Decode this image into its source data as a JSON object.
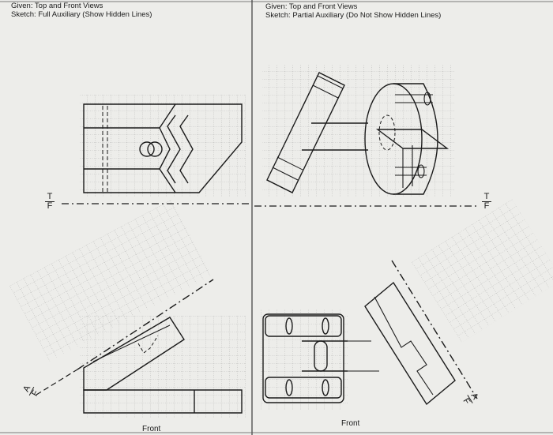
{
  "left_problem": {
    "given": "Given: Top and Front Views",
    "sketch": "Sketch: Full Auxiliary (Show Hidden Lines)",
    "front_label": "Front",
    "fold_top": "T",
    "fold_bottom": "F",
    "aux_top": "A",
    "aux_bottom": "F"
  },
  "right_problem": {
    "given": "Given: Top and Front Views",
    "sketch": "Sketch: Partial Auxiliary (Do Not Show Hidden Lines)",
    "front_label": "Front",
    "fold_top": "T",
    "fold_bottom": "F",
    "aux_top": "A",
    "aux_bottom": "F"
  },
  "colors": {
    "paper": "#ededea",
    "grid": "#8c8c8c",
    "ink": "#1b1b1b"
  }
}
